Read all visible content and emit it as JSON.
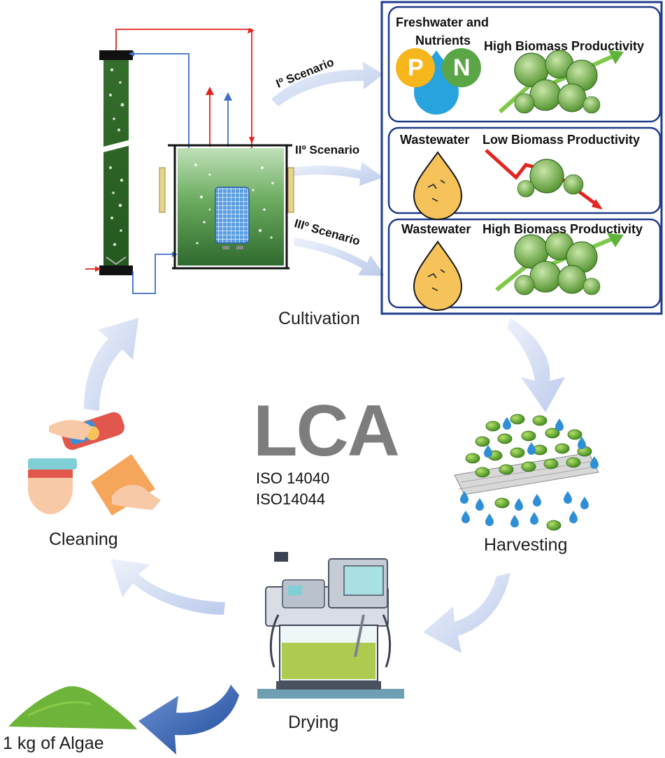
{
  "center": {
    "title": "LCA",
    "standards": [
      "ISO 14040",
      "ISO14044"
    ]
  },
  "stages": {
    "cultivation": "Cultivation",
    "harvesting": "Harvesting",
    "drying": "Drying",
    "cleaning": "Cleaning",
    "product": "1 kg of Algae"
  },
  "scenarios": [
    {
      "label": "Iº Scenario",
      "input_line1": "Freshwater and",
      "input_line2": "Nutrients",
      "outcome": "High Biomass Productivity",
      "trend": "up"
    },
    {
      "label": "IIº Scenario",
      "input_line1": "Wastewater",
      "input_line2": "",
      "outcome": "Low Biomass Productivity",
      "trend": "down"
    },
    {
      "label": "IIIº Scenario",
      "input_line1": "Wastewater",
      "input_line2": "",
      "outcome": "High Biomass Productivity",
      "trend": "up"
    }
  ],
  "nutrients": {
    "p": "P",
    "n": "N"
  },
  "colors": {
    "frame": "#1f3c8c",
    "cycle_arrow": "#c3d1ee",
    "product_arrow": "#2a55a8",
    "reactor_green": "#2e6a2e",
    "algae_green": "#6fb43a",
    "pipe_red": "#e52420",
    "pipe_blue": "#3d6fc4",
    "wastewater": "#f5c35a",
    "phosphorus": "#f6b61c",
    "nitrogen": "#5aa646",
    "water_drop": "#2e8fd6"
  },
  "icons": [
    "reactor-column-icon",
    "panel-reactor-icon",
    "nutrient-drop-icon",
    "wastewater-drop-icon",
    "algae-cluster-icon",
    "trend-arrow-icon",
    "harvest-mesh-icon",
    "dryer-machine-icon",
    "cleaning-hands-icon",
    "algae-powder-icon"
  ]
}
